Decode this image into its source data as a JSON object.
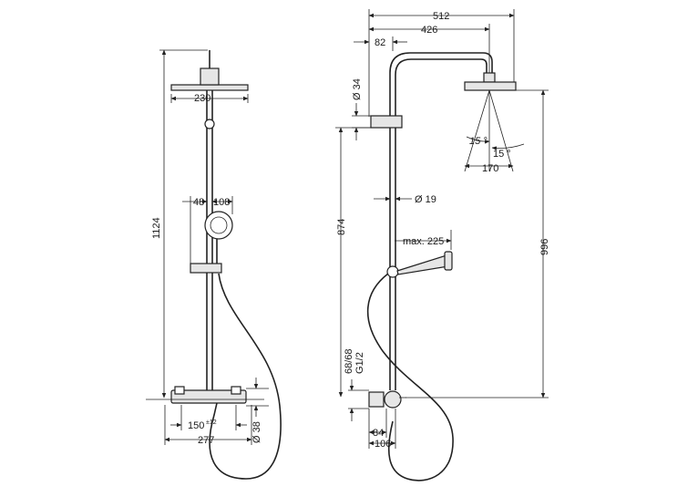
{
  "colors": {
    "ink": "#222222",
    "part_fill": "#e6e6e6",
    "background": "#ffffff"
  },
  "front_view": {
    "head_width": "230",
    "total_height": "1124",
    "handshower_offset": "48",
    "handshower_width": "108",
    "mixer_centres": "150",
    "mixer_centres_tolerance": "±12",
    "mixer_width": "277",
    "connection_diameter": "Ø 38"
  },
  "side_view": {
    "overall_projection": "512",
    "arm_length": "426",
    "arm_offset": "82",
    "bracket_diameter": "Ø 34",
    "angle_left": "15 °",
    "angle_right": "15 °",
    "head_diameter": "170",
    "rail_diameter": "Ø 19",
    "rail_height": "874",
    "head_height": "996",
    "handshower_max": "max. 225",
    "wall_offset": "68/68",
    "thread": "G1/2",
    "mixer_depth_small": "84",
    "mixer_depth": "106"
  }
}
